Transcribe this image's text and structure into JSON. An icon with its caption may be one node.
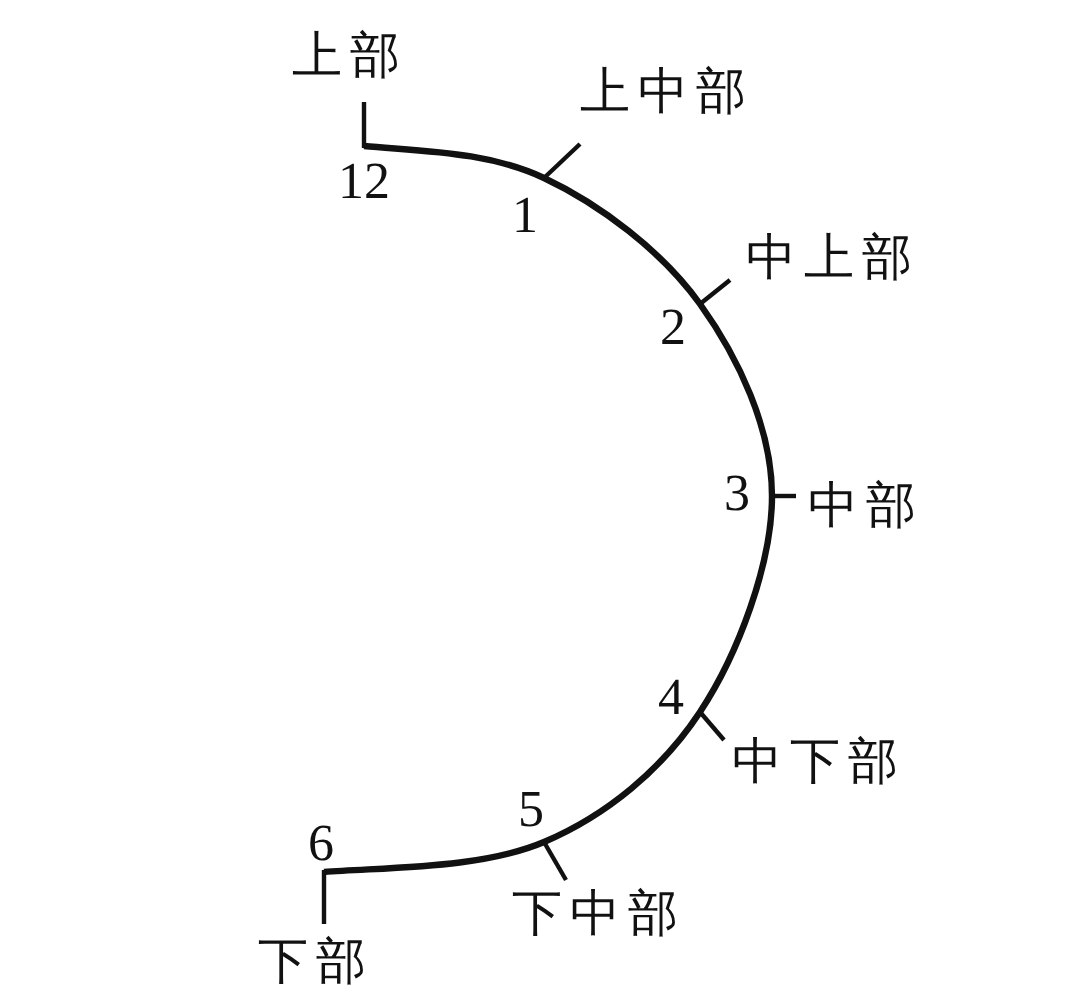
{
  "diagram": {
    "labels": [
      "上部",
      "上中部",
      "12",
      "1",
      "中上部",
      "2",
      "3",
      "中部",
      "4",
      "中下部",
      "5",
      "6",
      "下中部",
      "下部"
    ]
  }
}
